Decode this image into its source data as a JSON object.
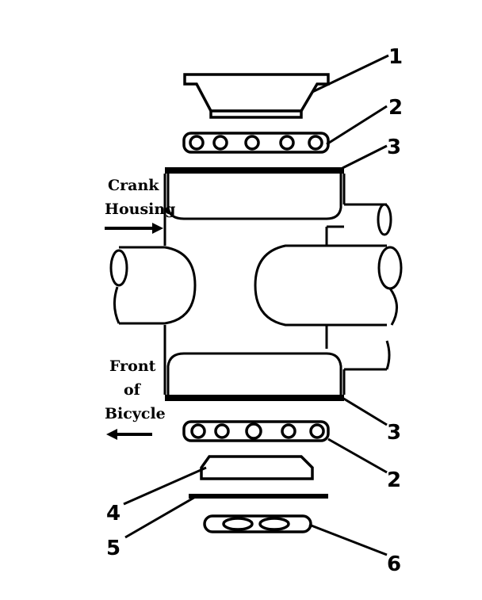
{
  "callouts": [
    "1",
    "2",
    "3",
    "3",
    "2",
    "4",
    "5",
    "6"
  ],
  "labels": {
    "crank": [
      "Crank",
      "Housing"
    ],
    "front": [
      "Front",
      "of",
      "Bicycle"
    ]
  }
}
